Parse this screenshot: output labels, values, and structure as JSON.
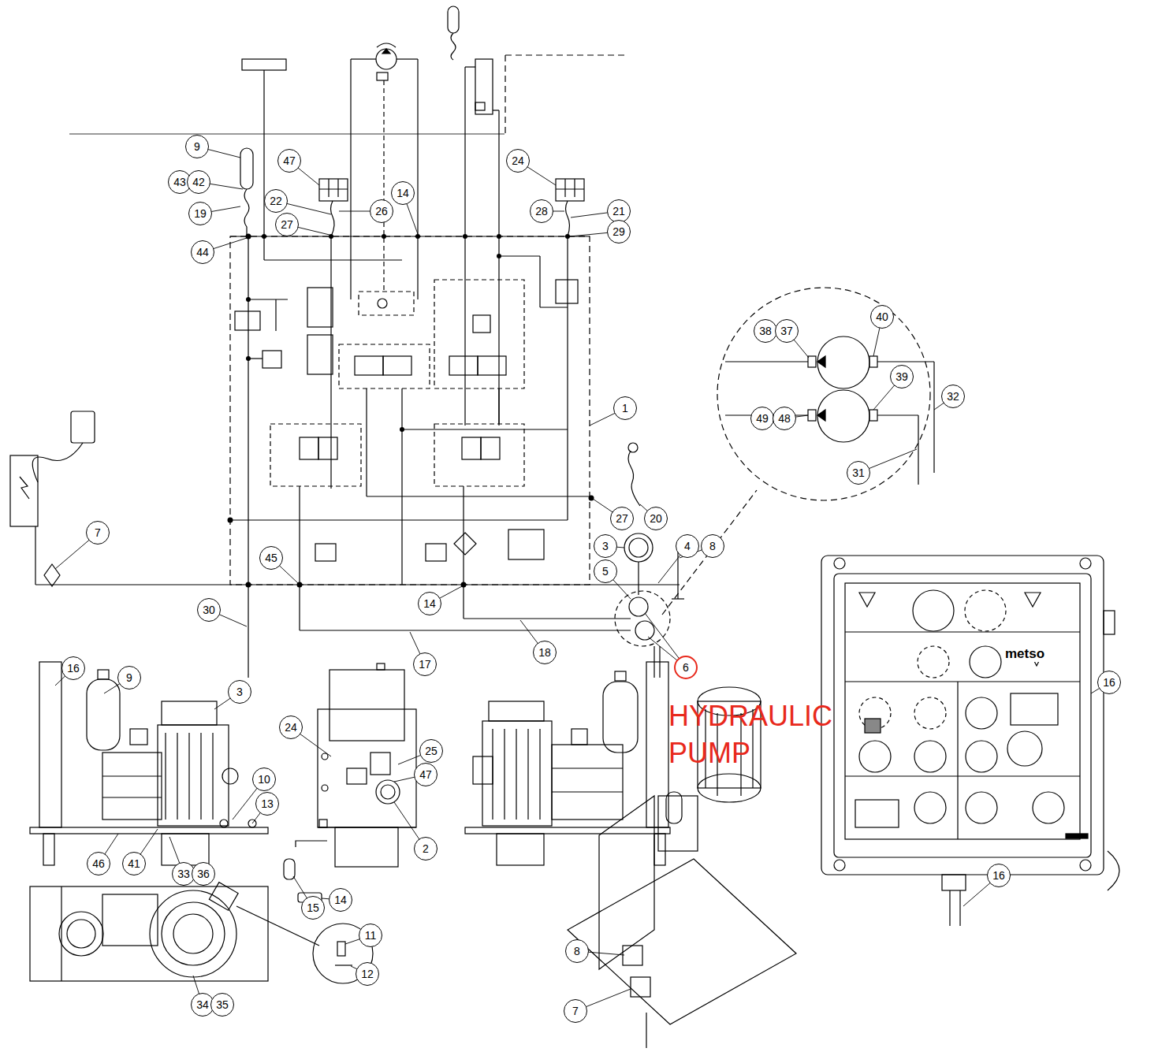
{
  "diagram": {
    "labels": [
      "9",
      "43",
      "42",
      "19",
      "44",
      "47",
      "22",
      "27",
      "26",
      "14",
      "24",
      "28",
      "21",
      "29",
      "1",
      "38",
      "37",
      "40",
      "39",
      "32",
      "49",
      "48",
      "31",
      "27",
      "20",
      "7",
      "3",
      "4",
      "8",
      "5",
      "45",
      "14",
      "30",
      "18",
      "17",
      "6",
      "HYDRAULIC PUMP",
      "16",
      "9",
      "3",
      "10",
      "13",
      "46",
      "41",
      "33",
      "36",
      "24",
      "25",
      "47",
      "2",
      "15",
      "14",
      "11",
      "12",
      "34",
      "35",
      "8",
      "7",
      "16",
      "16",
      "metso"
    ]
  }
}
